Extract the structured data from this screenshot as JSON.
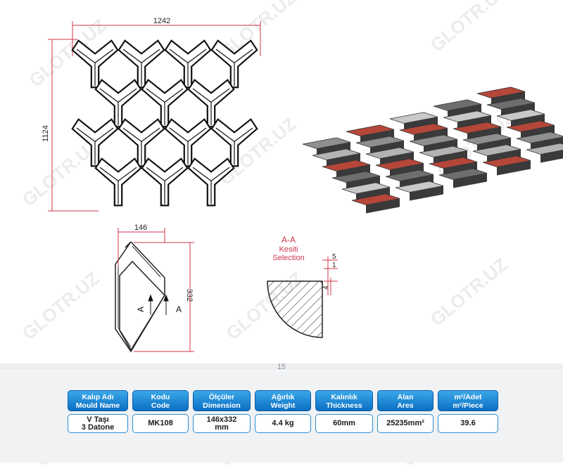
{
  "watermark": "GLOTR.UZ",
  "drawing": {
    "width_dim": "1242",
    "height_dim": "1124",
    "piece_width_dim": "146",
    "piece_height_dim": "332",
    "section_marker_left": "A",
    "section_marker_right": "A",
    "section_title": "A-A",
    "section_label_1": "Kesiti",
    "section_label_2": "Selection",
    "section_dim_5": "5",
    "section_dim_1": "1",
    "section_dim_4": "4"
  },
  "page_number": "15",
  "colors": {
    "header_blue": "#0b6fc4",
    "border_blue": "#2b8fd6",
    "red_paver": "#b5473a"
  },
  "table": {
    "headers": [
      {
        "line1": "Kalıp Adı",
        "line2": "Mould Name"
      },
      {
        "line1": "Kodu",
        "line2": "Code"
      },
      {
        "line1": "Ölçüler",
        "line2": "Dimension"
      },
      {
        "line1": "Ağırlık",
        "line2": "Weight"
      },
      {
        "line1": "Kalınlık",
        "line2": "Thickness"
      },
      {
        "line1": "Alan",
        "line2": "Ares"
      },
      {
        "line1": "m²/Adet",
        "line2": "m²/Piece"
      }
    ],
    "values": [
      {
        "line1": "V Taşı",
        "line2": "3 Datone"
      },
      {
        "line1": "MK108",
        "line2": ""
      },
      {
        "line1": "146x332",
        "line2": "mm"
      },
      {
        "line1": "4.4 kg",
        "line2": ""
      },
      {
        "line1": "60mm",
        "line2": ""
      },
      {
        "line1": "25235mm²",
        "line2": ""
      },
      {
        "line1": "39.6",
        "line2": ""
      }
    ]
  }
}
